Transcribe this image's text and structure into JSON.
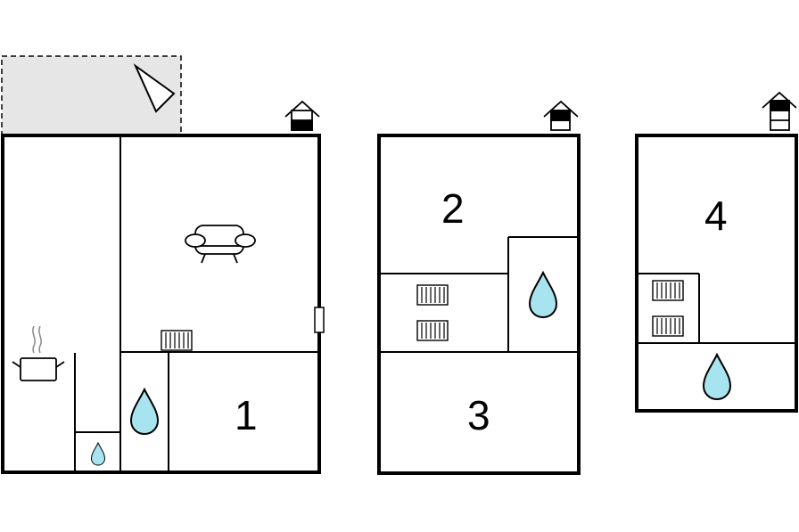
{
  "floors": [
    {
      "level_icon": "house-level-icon-ground",
      "rooms": [
        {
          "label": "1"
        }
      ],
      "features": [
        "terrace-area",
        "compass-icon",
        "kitchen-pot-icon",
        "sofa-icon",
        "radiator-icon",
        "shower-drop-icon",
        "wc-drop-icon",
        "door-icon"
      ]
    },
    {
      "level_icon": "house-level-icon-first",
      "rooms": [
        {
          "label": "2"
        },
        {
          "label": "3"
        }
      ],
      "features": [
        "radiator-icon",
        "radiator-icon",
        "bath-drop-icon"
      ]
    },
    {
      "level_icon": "house-level-icon-second",
      "rooms": [
        {
          "label": "4"
        }
      ],
      "features": [
        "radiator-icon",
        "radiator-icon",
        "bath-drop-icon"
      ]
    }
  ],
  "colors": {
    "wall": "#000000",
    "water": "#a8e4ef",
    "terrace": "#e6e6e6",
    "background": "#ffffff"
  }
}
